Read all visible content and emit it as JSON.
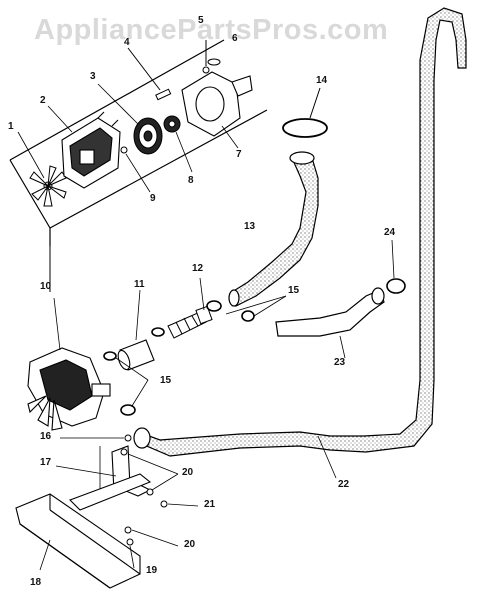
{
  "watermark": "AppliancePartsPros.com",
  "callouts": {
    "c1": "1",
    "c2": "2",
    "c3": "3",
    "c4": "4",
    "c5": "5",
    "c6": "6",
    "c7": "7",
    "c8": "8",
    "c9": "9",
    "c10": "10",
    "c11": "11",
    "c12": "12",
    "c13": "13",
    "c14": "14",
    "c15a": "15",
    "c15b": "15",
    "c16": "16",
    "c17": "17",
    "c18": "18",
    "c19": "19",
    "c20a": "20",
    "c20b": "20",
    "c21": "21",
    "c22": "22",
    "c23": "23",
    "c24": "24"
  }
}
